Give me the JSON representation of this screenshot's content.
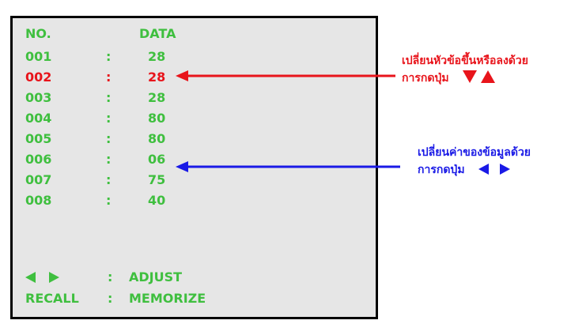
{
  "colors": {
    "green": "#3fbf3f",
    "red": "#e8141b",
    "blue": "#1a1ae6",
    "frame": "#000000",
    "screen_bg": "#e6e6e6"
  },
  "header": {
    "no": "NO.",
    "data": "DATA"
  },
  "separator": ":",
  "rows": [
    {
      "no": "001",
      "value": "28",
      "selected": false
    },
    {
      "no": "002",
      "value": "28",
      "selected": true
    },
    {
      "no": "003",
      "value": "28",
      "selected": false
    },
    {
      "no": "004",
      "value": "80",
      "selected": false
    },
    {
      "no": "005",
      "value": "80",
      "selected": false
    },
    {
      "no": "006",
      "value": "06",
      "selected": false
    },
    {
      "no": "007",
      "value": "75",
      "selected": false
    },
    {
      "no": "008",
      "value": "40",
      "selected": false
    }
  ],
  "footer": {
    "adjust_label": "ADJUST",
    "recall_key": "RECALL",
    "memorize_label": "MEMORIZE"
  },
  "notes": {
    "red_line1": "เปลี่ยนหัวข้อขึ้นหรือลงด้วย",
    "red_line2": "การกดปุ่ม",
    "blue_line1": "เปลี่ยนค่าของข้อมูลด้วย",
    "blue_line2": "การกดปุ่ม"
  },
  "icons": {
    "adjust_keys": [
      "left-triangle-icon",
      "right-triangle-icon"
    ],
    "red_note_keys": [
      "down-triangle-icon",
      "up-triangle-icon"
    ],
    "blue_note_keys": [
      "left-triangle-icon",
      "right-triangle-icon"
    ]
  }
}
